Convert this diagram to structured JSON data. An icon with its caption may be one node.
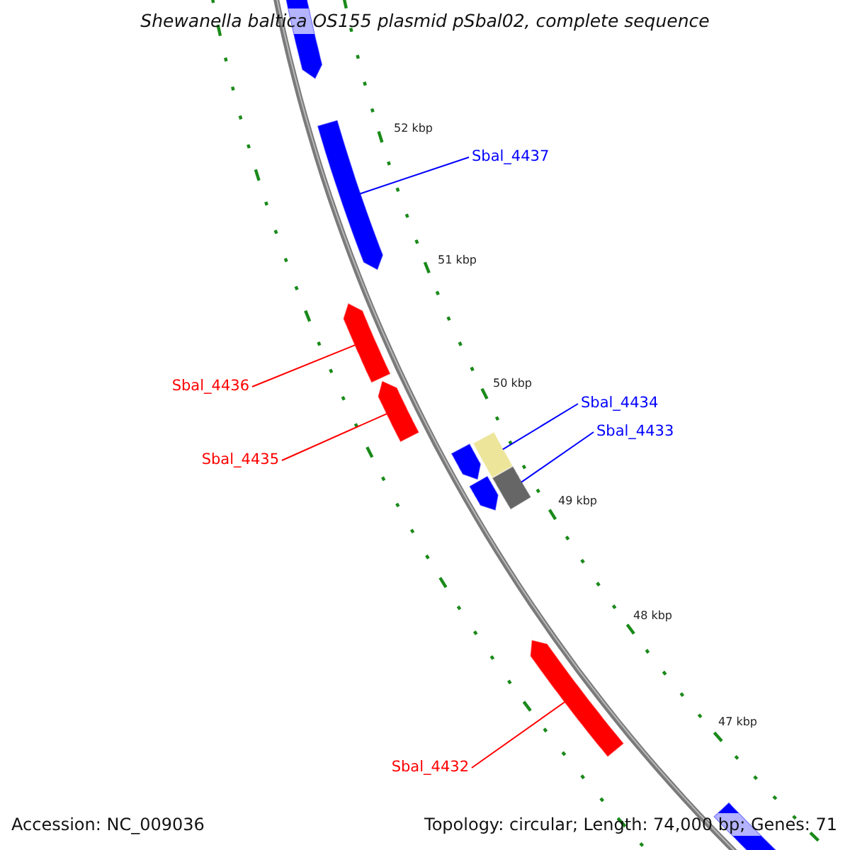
{
  "diagram": {
    "title": "Shewanella baltica OS155 plasmid pSbal02, complete sequence",
    "nodes": [
      {
        "text": [
          "Sbal_4437"
        ]
      },
      {
        "text": [
          "Sbal_4434"
        ]
      },
      {
        "text": [
          "Sbal_4433"
        ]
      },
      {
        "text": [
          "Sbal_4436"
        ]
      },
      {
        "text": [
          "Sbal_4435"
        ]
      },
      {
        "text": [
          "Sbal_4432"
        ]
      },
      {
        "text": [],
        "shape": "bar"
      },
      {
        "text": [],
        "shape": "bar"
      },
      {
        "text": [],
        "shape": "bar"
      },
      {
        "text": [],
        "shape": "bar"
      },
      {
        "text": [],
        "shape": "bar"
      },
      {
        "text": [],
        "shape": "bar"
      },
      {
        "text": [],
        "shape": "bar"
      },
      {
        "text": [],
        "shape": "bar"
      },
      {
        "text": [],
        "shape": "bar"
      },
      {
        "text": [],
        "shape": "bar"
      }
    ],
    "edges": [
      {
        "from": 0,
        "to": 7,
        "arrow": "none"
      },
      {
        "from": 1,
        "to": 12,
        "arrow": "none"
      },
      {
        "from": 2,
        "to": 13,
        "arrow": "none"
      },
      {
        "from": 3,
        "to": 8,
        "arrow": "none",
        "color": "#ff0000"
      },
      {
        "from": 4,
        "to": 9,
        "arrow": "none",
        "color": "#ff0000"
      },
      {
        "from": 5,
        "to": 14,
        "arrow": "none",
        "color": "#ff0000"
      }
    ],
    "labels": [
      "52 kbp",
      "51 kbp",
      "50 kbp",
      "49 kbp",
      "48 kbp",
      "47 kbp",
      "Accession: NC_009036",
      "Topology: circular; Length: 74,000 bp; Genes: 71"
    ]
  }
}
